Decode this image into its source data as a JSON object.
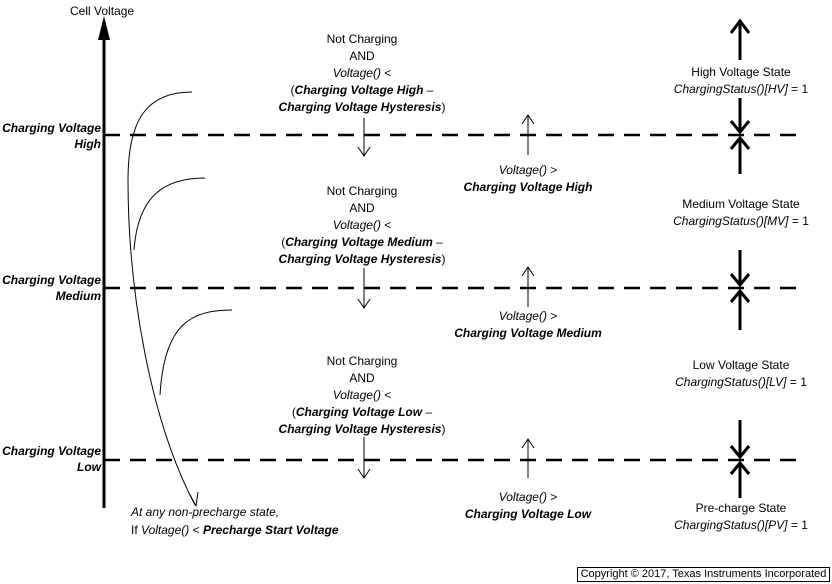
{
  "axis": {
    "label": "Cell Voltage"
  },
  "thresholds": [
    {
      "line1": "Charging Voltage",
      "line2": "High"
    },
    {
      "line1": "Charging Voltage",
      "line2": "Medium"
    },
    {
      "line1": "Charging Voltage",
      "line2": "Low"
    }
  ],
  "down_conditions": [
    {
      "l1": "Not Charging",
      "l2": "AND",
      "l3_fn": "Voltage()",
      "l3_op": " <",
      "l4_open": "(",
      "l4_bold": "Charging Voltage High",
      "l4_tail": " –",
      "l5_bold": "Charging Voltage Hysteresis",
      "l5_close": ")"
    },
    {
      "l1": "Not Charging",
      "l2": "AND",
      "l3_fn": "Voltage()",
      "l3_op": " <",
      "l4_open": "(",
      "l4_bold": "Charging Voltage Medium",
      "l4_tail": " –",
      "l5_bold": "Charging Voltage Hysteresis",
      "l5_close": ")"
    },
    {
      "l1": "Not Charging",
      "l2": "AND",
      "l3_fn": "Voltage()",
      "l3_op": " <",
      "l4_open": "(",
      "l4_bold": "Charging Voltage Low",
      "l4_tail": " –",
      "l5_bold": "Charging Voltage Hysteresis",
      "l5_close": ")"
    }
  ],
  "up_conditions": [
    {
      "l1_fn": "Voltage()",
      "l1_op": " >",
      "l2_bold": "Charging Voltage High"
    },
    {
      "l1_fn": "Voltage()",
      "l1_op": " >",
      "l2_bold": "Charging Voltage Medium"
    },
    {
      "l1_fn": "Voltage()",
      "l1_op": " >",
      "l2_bold": "Charging Voltage Low"
    }
  ],
  "states": [
    {
      "name": "High Voltage State",
      "fn": "ChargingStatus()[HV]",
      "val": " = 1"
    },
    {
      "name": "Medium Voltage State",
      "fn": "ChargingStatus()[MV]",
      "val": " = 1"
    },
    {
      "name": "Low Voltage State",
      "fn": "ChargingStatus()[LV]",
      "val": " = 1"
    },
    {
      "name": "Pre-charge State",
      "fn": "ChargingStatus()[PV]",
      "val": " = 1"
    }
  ],
  "precharge": {
    "l1": "At any non-precharge state,",
    "l2_pre": "If ",
    "l2_fn": "Voltage()",
    "l2_op": " < ",
    "l2_bold": "Precharge Start Voltage"
  },
  "footer": {
    "copyright": "Copyright © 2017, Texas Instruments Incorporated"
  }
}
